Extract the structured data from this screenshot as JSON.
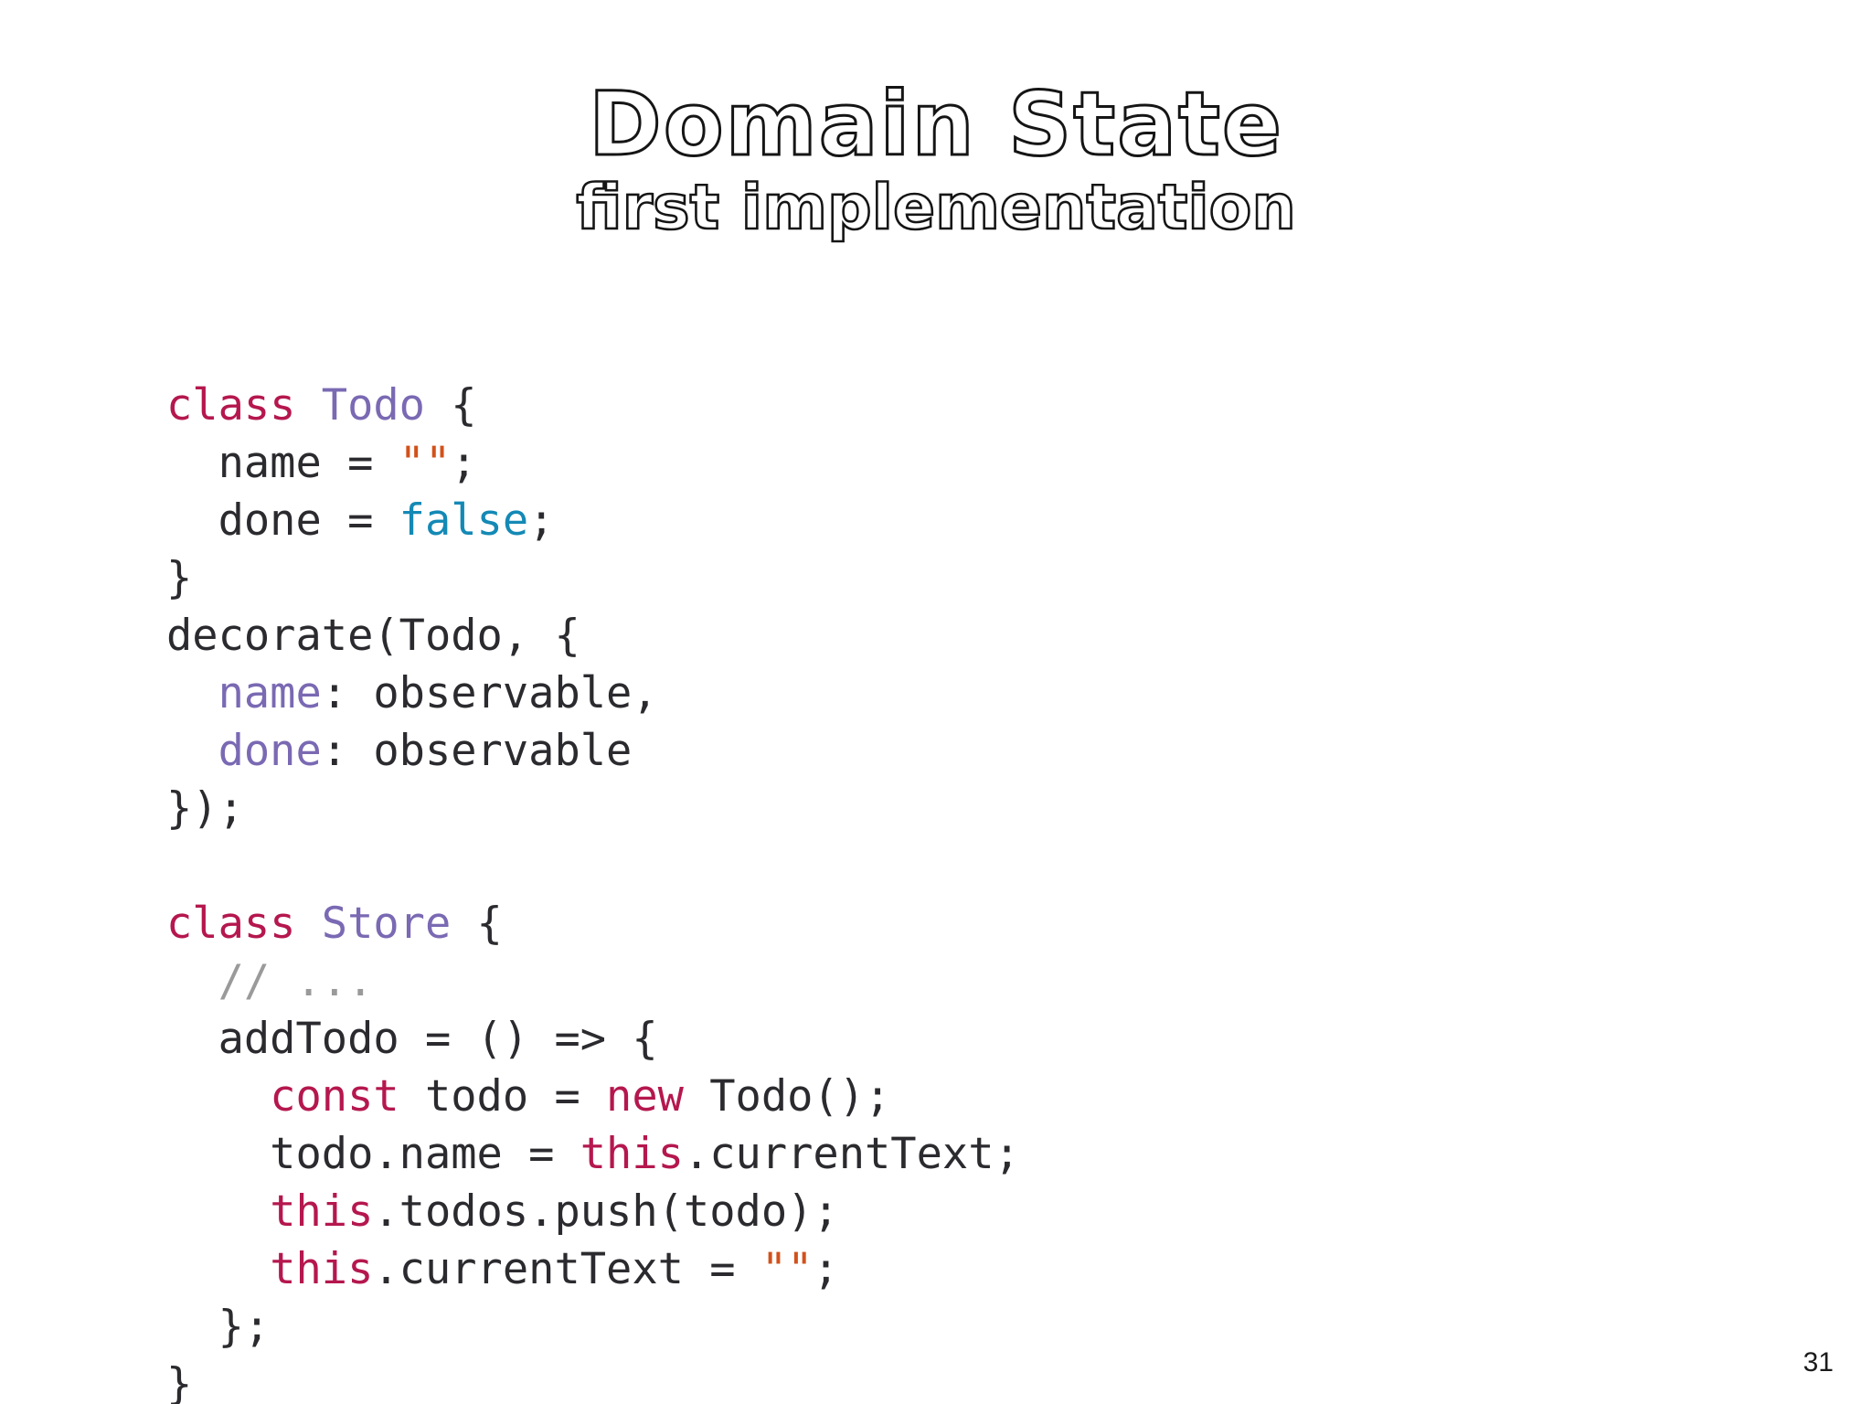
{
  "slide": {
    "background_color": "#ffffff",
    "title": "Domain State",
    "subtitle": "first implementation",
    "page_number": "31"
  },
  "palette": {
    "keyword": "#b5174e",
    "type": "#7a69b3",
    "property": "#7a69b3",
    "string": "#d2511a",
    "boolean": "#1489b5",
    "comment": "#9a9a9a",
    "plain": "#2b2b2f"
  },
  "code": {
    "language": "javascript",
    "plain_text": "class Todo {\n  name = \"\";\n  done = false;\n}\ndecorate(Todo, {\n  name: observable,\n  done: observable\n});\n\nclass Store {\n  // ...\n  addTodo = () => {\n    const todo = new Todo();\n    todo.name = this.currentText;\n    this.todos.push(todo);\n    this.currentText = \"\";\n  };\n}",
    "lines": [
      {
        "index": 1,
        "tokens": [
          {
            "t": "class",
            "c": "keyword"
          },
          {
            "t": " ",
            "c": "plain"
          },
          {
            "t": "Todo",
            "c": "type"
          },
          {
            "t": " {",
            "c": "plain"
          }
        ]
      },
      {
        "index": 2,
        "tokens": [
          {
            "t": "  name = ",
            "c": "plain"
          },
          {
            "t": "\"\"",
            "c": "string"
          },
          {
            "t": ";",
            "c": "plain"
          }
        ]
      },
      {
        "index": 3,
        "tokens": [
          {
            "t": "  done = ",
            "c": "plain"
          },
          {
            "t": "false",
            "c": "boolean"
          },
          {
            "t": ";",
            "c": "plain"
          }
        ]
      },
      {
        "index": 4,
        "tokens": [
          {
            "t": "}",
            "c": "plain"
          }
        ]
      },
      {
        "index": 5,
        "tokens": [
          {
            "t": "decorate(Todo, {",
            "c": "plain"
          }
        ]
      },
      {
        "index": 6,
        "tokens": [
          {
            "t": "  ",
            "c": "plain"
          },
          {
            "t": "name",
            "c": "property"
          },
          {
            "t": ": observable,",
            "c": "plain"
          }
        ]
      },
      {
        "index": 7,
        "tokens": [
          {
            "t": "  ",
            "c": "plain"
          },
          {
            "t": "done",
            "c": "property"
          },
          {
            "t": ": observable",
            "c": "plain"
          }
        ]
      },
      {
        "index": 8,
        "tokens": [
          {
            "t": "});",
            "c": "plain"
          }
        ]
      },
      {
        "index": 9,
        "tokens": []
      },
      {
        "index": 10,
        "tokens": [
          {
            "t": "class",
            "c": "keyword"
          },
          {
            "t": " ",
            "c": "plain"
          },
          {
            "t": "Store",
            "c": "type"
          },
          {
            "t": " {",
            "c": "plain"
          }
        ]
      },
      {
        "index": 11,
        "tokens": [
          {
            "t": "  ",
            "c": "plain"
          },
          {
            "t": "// ...",
            "c": "comment"
          }
        ]
      },
      {
        "index": 12,
        "tokens": [
          {
            "t": "  addTodo = () => {",
            "c": "plain"
          }
        ]
      },
      {
        "index": 13,
        "tokens": [
          {
            "t": "    ",
            "c": "plain"
          },
          {
            "t": "const",
            "c": "keyword"
          },
          {
            "t": " todo = ",
            "c": "plain"
          },
          {
            "t": "new",
            "c": "keyword"
          },
          {
            "t": " Todo();",
            "c": "plain"
          }
        ]
      },
      {
        "index": 14,
        "tokens": [
          {
            "t": "    todo.name = ",
            "c": "plain"
          },
          {
            "t": "this",
            "c": "keyword"
          },
          {
            "t": ".currentText;",
            "c": "plain"
          }
        ]
      },
      {
        "index": 15,
        "tokens": [
          {
            "t": "    ",
            "c": "plain"
          },
          {
            "t": "this",
            "c": "keyword"
          },
          {
            "t": ".todos.push(todo);",
            "c": "plain"
          }
        ]
      },
      {
        "index": 16,
        "tokens": [
          {
            "t": "    ",
            "c": "plain"
          },
          {
            "t": "this",
            "c": "keyword"
          },
          {
            "t": ".currentText = ",
            "c": "plain"
          },
          {
            "t": "\"\"",
            "c": "string"
          },
          {
            "t": ";",
            "c": "plain"
          }
        ]
      },
      {
        "index": 17,
        "tokens": [
          {
            "t": "  };",
            "c": "plain"
          }
        ]
      },
      {
        "index": 18,
        "tokens": [
          {
            "t": "}",
            "c": "plain"
          }
        ]
      }
    ]
  }
}
